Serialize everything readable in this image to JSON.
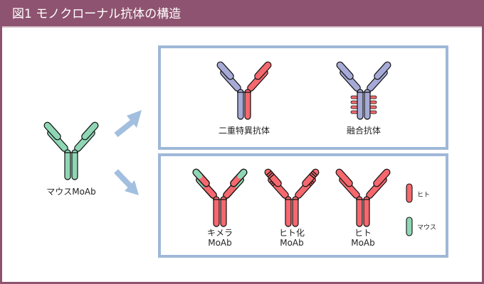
{
  "title": "図1 モノクローナル抗体の構造",
  "colors": {
    "frame": "#8e5370",
    "box_border": "#9fb8d8",
    "human": "#f4686e",
    "mouse": "#8fd6b4",
    "bispecific_light": "#a6aad6",
    "arrow": "#a2bfe0"
  },
  "labels": {
    "mouse_moab": "マウスMoAb",
    "bispecific": "二重特異抗体",
    "fusion": "融合抗体",
    "chimeric_line1": "キメラ",
    "chimeric_line2": "MoAb",
    "humanized_line1": "ヒト化",
    "humanized_line2": "MoAb",
    "human_line1": "ヒト",
    "human_line2": "MoAb"
  },
  "legend": {
    "human": "ヒト",
    "mouse": "マウス"
  }
}
